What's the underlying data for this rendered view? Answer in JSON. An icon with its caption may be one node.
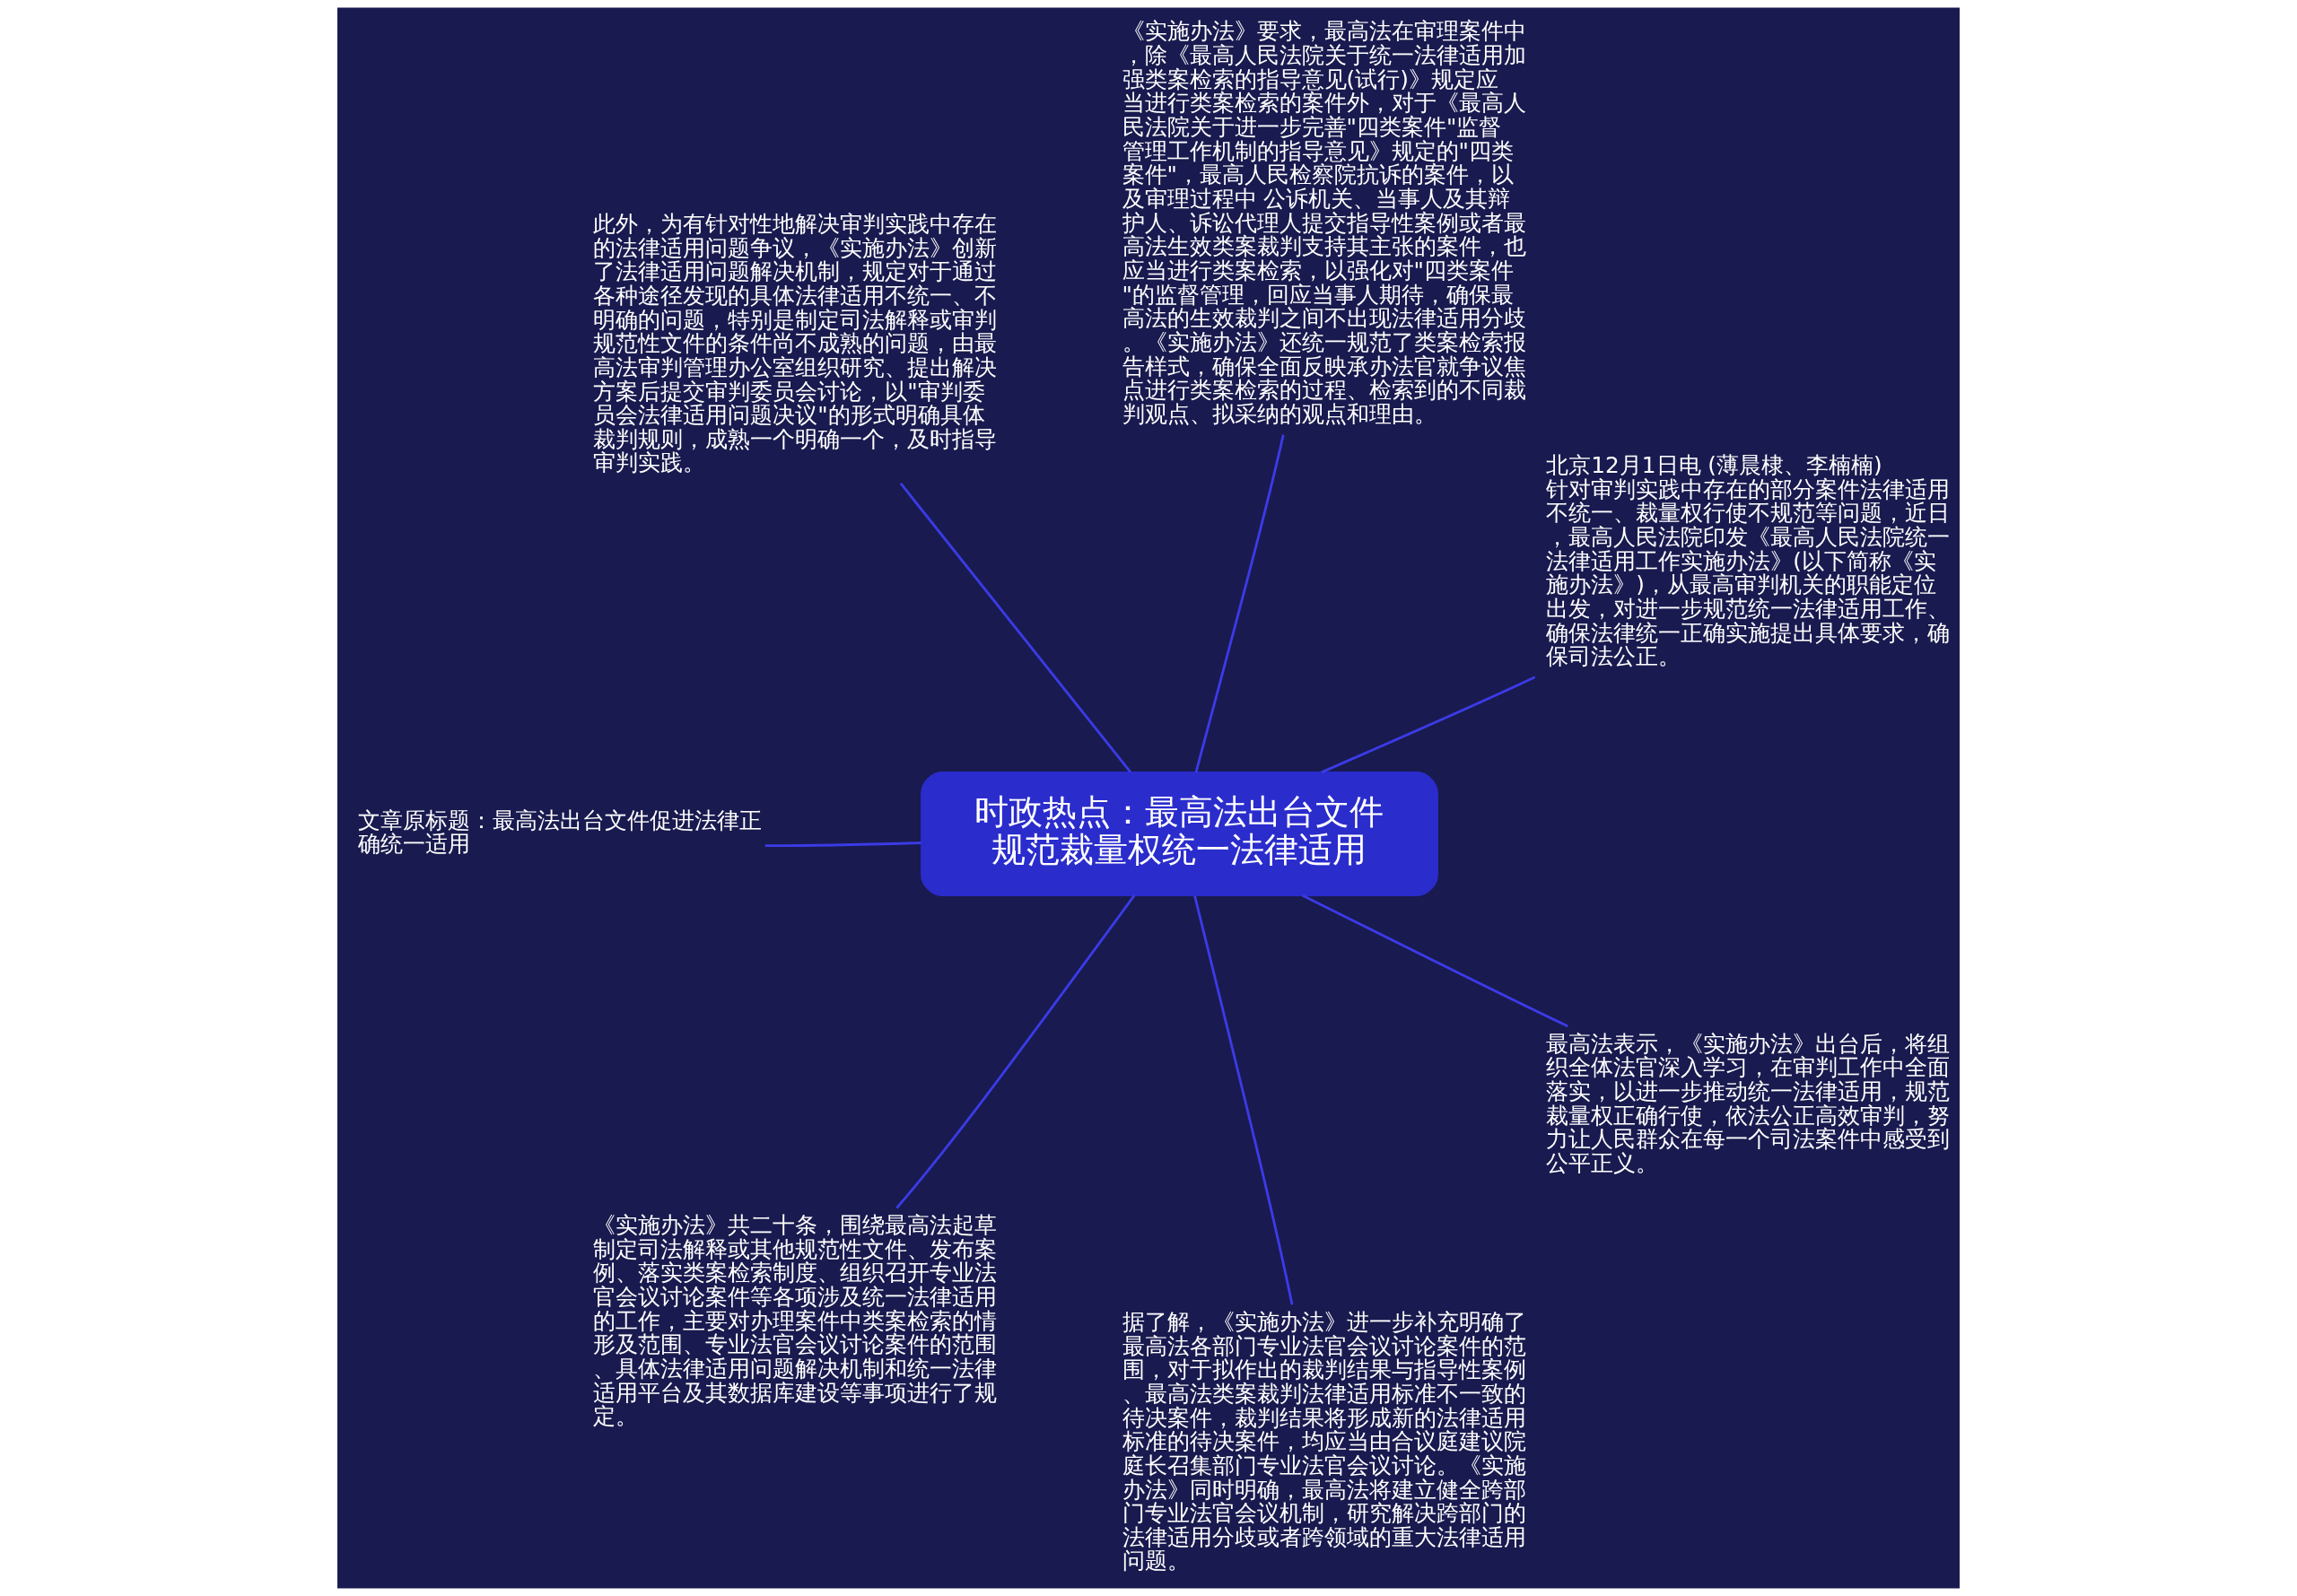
{
  "diagram": {
    "nodes": [
      {
        "text": [
          "时政热点：最高法出台文件规范裁量权统一法律适用"
        ]
      },
      {
        "text": [
          "北京12月1日电 (薄晨棣、李楠楠)针对审判实践中存在的部分案件法律适用不统一、裁量权行使不规范等问题，近日，最高人民法院印发《最高人民法院统一法律适用工作实施办法》(以下简称《实施办法》)，从最高审判机关的职能定位出发，对进一步规范统一法律适用工作、确保法律统一正确实施提出具体要求，确保司法公正。"
        ]
      },
      {
        "text": [
          "《实施办法》要求，最高法在审理案件中，除《最高人民法院关于统一法律适用加强类案检索的指导意见(试行)》规定应当进行类案检索的案件外，对于《最高人民法院关于进一步完善\"四类案件\"监督管理工作机制的指导意见》规定的\"四类案件\"，最高人民检察院抗诉的案件，以及审理过程中 公诉机关、当事人及其辩护人、诉讼代理人提交指导性案例或者最高法生效类案裁判支持其主张的案件，也应当进行类案检索，以强化对\"四类案件\"的监督管理，回应当事人期待，确保最高法的生效裁判之间不出现法律适用分歧。《实施办法》还统一规范了类案检索报告样式，确保全面反映承办法官就争议焦点进行类案检索的过程、检索到的不同裁判观点、拟采纳的观点和理由。"
        ]
      },
      {
        "text": [
          "此外，为有针对性地解决审判实践中存在的法律适用问题争议，《实施办法》创新了法律适用问题解决机制，规定对于通过各种途径发现的具体法律适用不统一、不明确的问题，特别是制定司法解释或审判规范性文件的条件尚不成熟的问题，由最高法审判管理办公室组织研究、提出解决方案后提交审判委员会讨论，以\"审判委员会法律适用问题决议\"的形式明确具体裁判规则，成熟一个明确一个，及时指导审判实践。"
        ]
      },
      {
        "text": [
          "文章原标题：最高法出台文件促进法律正确统一适用"
        ]
      },
      {
        "text": [
          "《实施办法》共二十条，围绕最高法起草制定司法解释或其他规范性文件、发布案例、落实类案检索制度、组织召开专业法官会议讨论案件等各项涉及统一法律适用的工作，主要对办理案件中类案检索的情形及范围、专业法官会议讨论案件的范围、具体法律适用问题解决机制和统一法律适用平台及其数据库建设等事项进行了规定。"
        ]
      },
      {
        "text": [
          "据了解，《实施办法》进一步补充明确了最高法各部门专业法官会议讨论案件的范围，对于拟作出的裁判结果与指导性案例、最高法类案裁判法律适用标准不一致的待决案件，裁判结果将形成新的法律适用标准的待决案件，均应当由合议庭建议院庭长召集部门专业法官会议讨论。《实施办法》同时明确，最高法将建立健全跨部门专业法官会议机制，研究解决跨部门的法律适用分歧或者跨领域的重大法律适用问题。"
        ]
      },
      {
        "text": [
          "最高法表示，《实施办法》出台后，将组织全体法官深入学习，在审判工作中全面落实，以进一步推动统一法律适用，规范裁量权正确行使，依法公正高效审判，努力让人民群众在每一个司法案件中感受到公平正义。"
        ]
      }
    ],
    "edges": [
      {
        "from": 0,
        "to": 1,
        "arrow": "none"
      },
      {
        "from": 0,
        "to": 2,
        "arrow": "none"
      },
      {
        "from": 0,
        "to": 3,
        "arrow": "none"
      },
      {
        "from": 0,
        "to": 4,
        "arrow": "none"
      },
      {
        "from": 0,
        "to": 5,
        "arrow": "none"
      },
      {
        "from": 0,
        "to": 6,
        "arrow": "none"
      },
      {
        "from": 0,
        "to": 7,
        "arrow": "none"
      }
    ]
  }
}
